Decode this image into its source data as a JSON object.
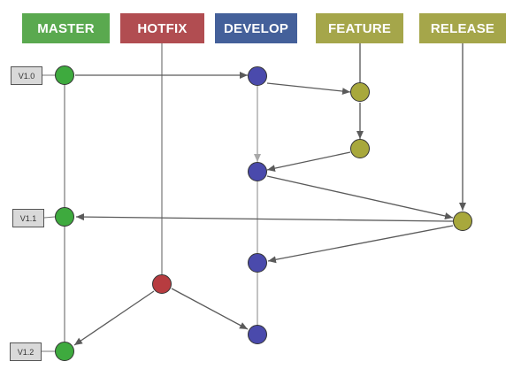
{
  "branches": {
    "master": {
      "label": "MASTER",
      "color": "#5aa94f"
    },
    "hotfix": {
      "label": "HOTFIX",
      "color": "#b14d51"
    },
    "develop": {
      "label": "DEVELOP",
      "color": "#44609a"
    },
    "feature": {
      "label": "FEATURE",
      "color": "#a5a64a"
    },
    "release": {
      "label": "RELEASE",
      "color": "#a5a64a"
    }
  },
  "node_colors": {
    "master": "#3eaa3e",
    "hotfix": "#b73c40",
    "develop": "#4a4aac",
    "feature": "#a8a83c"
  },
  "tags": {
    "v1_0": "V1.0",
    "v1_1": "V1.1",
    "v1_2": "V1.2"
  }
}
